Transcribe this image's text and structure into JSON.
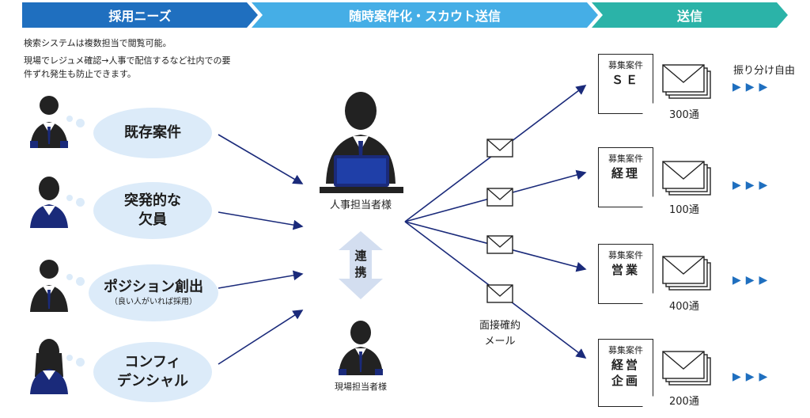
{
  "header": {
    "step1": "採用ニーズ",
    "step2": "随時案件化・スカウト送信",
    "step3": "送信"
  },
  "note": {
    "line1": "検索システムは複数担当で閲覧可能。",
    "line2": "現場でレジュメ確認→人事で配信するなど社内での要",
    "line3": "件ずれ発生も防止できます。"
  },
  "needs": [
    {
      "label": "既存案件",
      "sub": ""
    },
    {
      "label1": "突発的な",
      "label2": "欠員"
    },
    {
      "label": "ポジション創出",
      "sub": "（良い人がいれば採用）"
    },
    {
      "label1": "コンフィ",
      "label2": "デンシャル"
    }
  ],
  "center": {
    "hr_label": "人事担当者様",
    "link_label1": "連",
    "link_label2": "携",
    "field_label": "現場担当者様"
  },
  "mail_label1": "面接確約",
  "mail_label2": "メール",
  "jobs": [
    {
      "title": "募集案件",
      "name": "ＳＥ",
      "count": "300通"
    },
    {
      "title": "募集案件",
      "name": "経理",
      "count": "100通"
    },
    {
      "title": "募集案件",
      "name": "営業",
      "count": "400通"
    },
    {
      "title": "募集案件",
      "name1": "経営",
      "name2": "企画",
      "count": "200通"
    }
  ],
  "allocation_label": "振り分け自由",
  "arrows_glyph": "▶▶▶",
  "colors": {
    "navy": "#1a2a7a",
    "blue": "#1f6fbf",
    "sky": "#45aee6",
    "teal": "#2bb3a8",
    "bubble": "#dcebf9"
  }
}
